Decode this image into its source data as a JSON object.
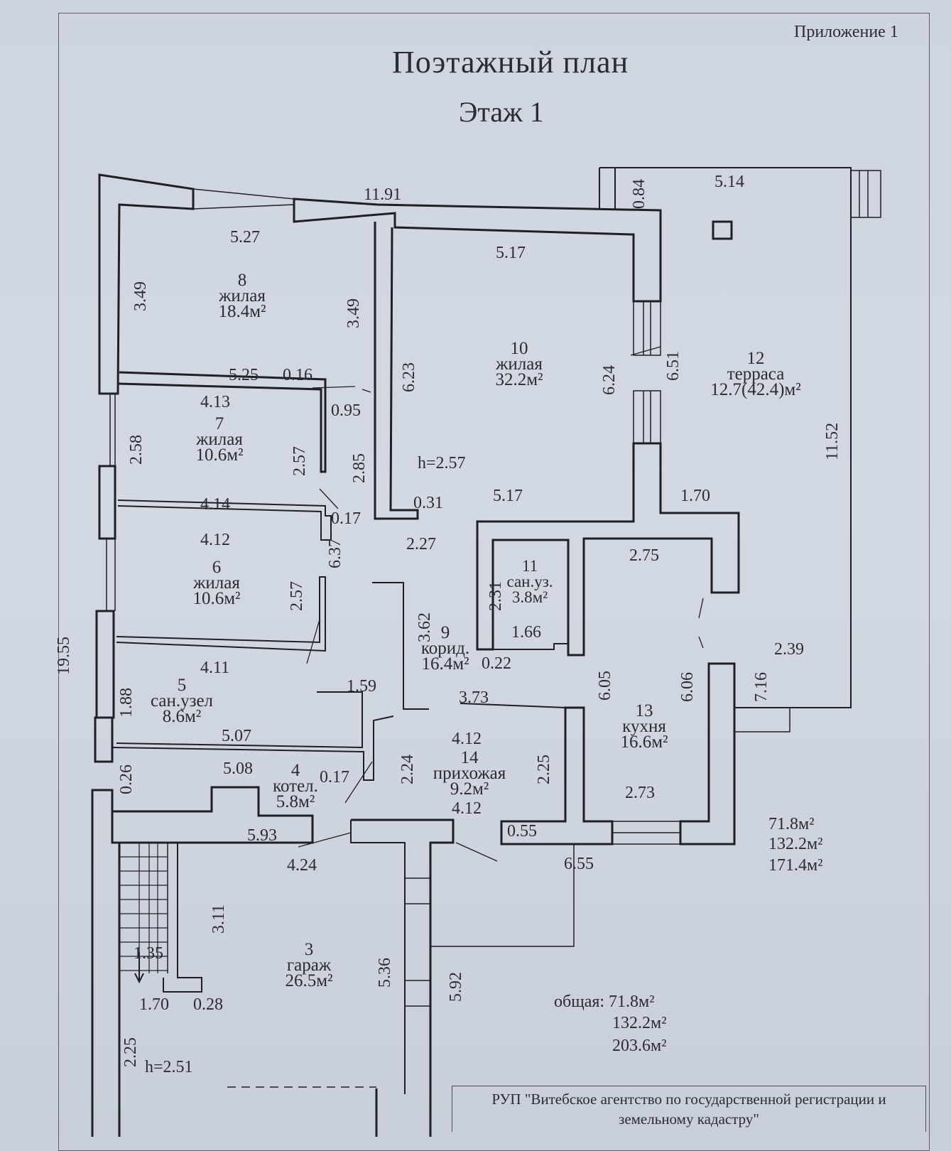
{
  "header": {
    "appendix": "Приложение 1",
    "title": "Поэтажный план",
    "floor": "Этаж 1"
  },
  "rooms": [
    {
      "num": "8",
      "name": "жилая",
      "area": "18.4м²"
    },
    {
      "num": "10",
      "name": "жилая",
      "area": "32.2м²"
    },
    {
      "num": "12",
      "name": "терраса",
      "area": "12.7(42.4)м²"
    },
    {
      "num": "7",
      "name": "жилая",
      "area": "10.6м²"
    },
    {
      "num": "6",
      "name": "жилая",
      "area": "10.6м²"
    },
    {
      "num": "11",
      "name": "сан.уз.",
      "area": "3.8м²"
    },
    {
      "num": "9",
      "name": "корид.",
      "area": "16.4м²"
    },
    {
      "num": "13",
      "name": "кухня",
      "area": "16.6м²"
    },
    {
      "num": "5",
      "name": "сан.узел",
      "area": "8.6м²"
    },
    {
      "num": "14",
      "name": "прихожая",
      "area": "9.2м²"
    },
    {
      "num": "4",
      "name": "котел.",
      "area": "5.8м²"
    },
    {
      "num": "3",
      "name": "гараж",
      "area": "26.5м²"
    }
  ],
  "dimensions": {
    "d_11_91": "11.91",
    "d_5_14": "5.14",
    "d_0_84": "0.84",
    "d_5_27": "5.27",
    "d_5_17a": "5.17",
    "d_3_49a": "3.49",
    "d_3_49b": "3.49",
    "d_6_23": "6.23",
    "d_6_24": "6.24",
    "d_6_51": "6.51",
    "d_5_25": "5.25",
    "d_0_16": "0.16",
    "d_0_95": "0.95",
    "d_4_13": "4.13",
    "d_2_58": "2.58",
    "d_2_57a": "2.57",
    "d_2_85": "2.85",
    "h_2_57": "h=2.57",
    "d_11_52": "11.52",
    "d_0_31": "0.31",
    "d_5_17b": "5.17",
    "d_1_70": "1.70",
    "d_4_14": "4.14",
    "d_0_17a": "0.17",
    "d_4_12a": "4.12",
    "d_6_37": "6.37",
    "d_2_27": "2.27",
    "d_2_75": "2.75",
    "d_2_31": "2.31",
    "d_2_57b": "2.57",
    "d_19_55": "19.55",
    "d_3_62": "3.62",
    "d_1_66": "1.66",
    "d_0_22": "0.22",
    "d_4_11": "4.11",
    "d_6_05": "6.05",
    "d_6_06": "6.06",
    "d_2_39": "2.39",
    "d_7_16": "7.16",
    "d_1_88": "1.88",
    "d_1_59": "1.59",
    "d_3_73": "3.73",
    "d_5_07": "5.07",
    "d_4_12b": "4.12",
    "d_2_24": "2.24",
    "d_2_25a": "2.25",
    "d_5_08": "5.08",
    "d_0_17b": "0.17",
    "d_4_12c": "4.12",
    "d_2_73": "2.73",
    "d_0_26": "0.26",
    "d_5_93": "5.93",
    "d_0_55": "0.55",
    "d_4_24": "4.24",
    "d_6_55": "6.55",
    "d_3_11": "3.11",
    "d_1_35": "1.35",
    "d_5_36": "5.36",
    "d_5_92": "5.92",
    "d_1_70b": "1.70",
    "d_0_28": "0.28",
    "d_2_25b": "2.25",
    "h_2_51": "h=2.51"
  },
  "totals_right": [
    "71.8м²",
    "132.2м²",
    "171.4м²"
  ],
  "totals_bottom": {
    "label": "общая: 71.8м²",
    "v2": "132.2м²",
    "v3": "203.6м²"
  },
  "stamp": {
    "line1": "РУП \"Витебское агентство по государственной регистрации и",
    "line2": "земельному кадастру\""
  }
}
